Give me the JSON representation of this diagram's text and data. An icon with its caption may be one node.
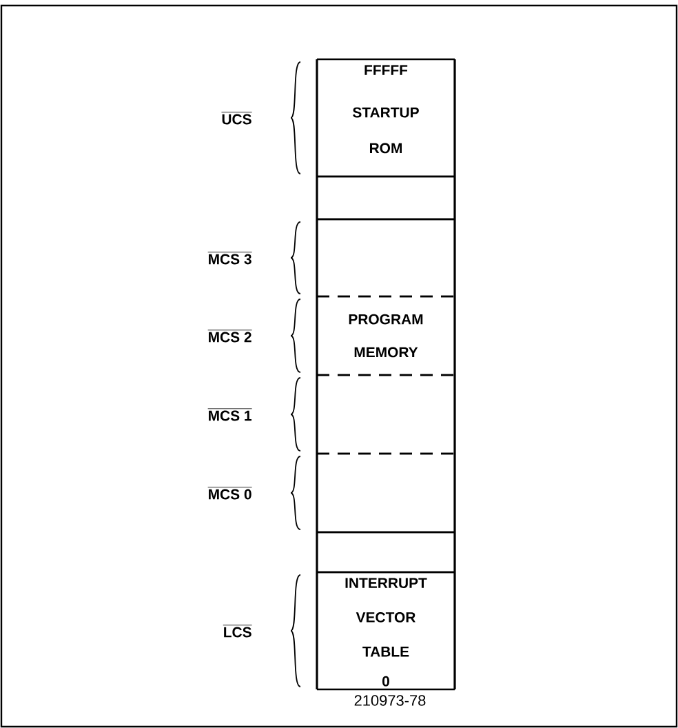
{
  "diagram": {
    "nodes": [
      {
        "text": [
          "FFFFF",
          "STARTUP ROM"
        ]
      },
      {
        "text": [],
        "shape": "box"
      },
      {
        "text": [],
        "shape": "box"
      },
      {
        "text": [
          "PROGRAM MEMORY"
        ]
      },
      {
        "text": [],
        "shape": "box"
      },
      {
        "text": [],
        "shape": "box"
      },
      {
        "text": [],
        "shape": "box"
      },
      {
        "text": [
          "INTERRUPT VECTOR TABLE",
          "0"
        ]
      }
    ],
    "labels": [
      "UCS",
      "MCS 3",
      "MCS 2",
      "MCS 1",
      "MCS 0",
      "LCS",
      "210973-78"
    ]
  }
}
